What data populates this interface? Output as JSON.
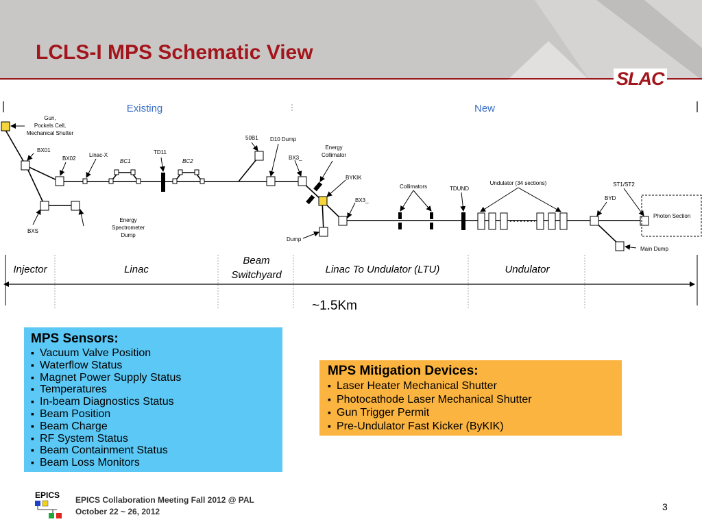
{
  "title": "LCLS-I MPS Schematic View",
  "logo_text": "SLAC",
  "schematic": {
    "existing": "Existing",
    "new": "New",
    "gun_label": [
      "Gun,",
      "Pockels Cell,",
      "Mechanical Shutter"
    ],
    "bx01": "BX01",
    "bx02": "BX02",
    "bxs": "BXS",
    "linacx": "Linac-X",
    "bc1": "BC1",
    "td11": "TD11",
    "bc2": "BC2",
    "spec_dump": [
      "Energy",
      "Spectrometer",
      "Dump"
    ],
    "b50b1": "50B1",
    "d10": "D10 Dump",
    "bx3_a": "BX3_",
    "energy_coll": [
      "Energy",
      "Collimator"
    ],
    "bykik": "BYKIK",
    "bx3_b": "BX3_",
    "dump": "Dump",
    "collimators": "Collimators",
    "tdund": "TDUND",
    "undulator_sections": "Undulator (34 sections)",
    "st1st2": "ST1/ST2",
    "byd": "BYD",
    "photon": "Photon Section",
    "main_dump": "Main Dump",
    "regions": {
      "injector": "Injector",
      "linac": "Linac",
      "beam_sw_1": "Beam",
      "beam_sw_2": "Switchyard",
      "ltu": "Linac To Undulator (LTU)",
      "undulator": "Undulator"
    },
    "distance": "~1.5Km"
  },
  "sensors": {
    "heading": "MPS Sensors:",
    "items": [
      "Vacuum Valve Position",
      "Waterflow Status",
      "Magnet Power Supply Status",
      "Temperatures",
      "In-beam Diagnostics Status",
      "Beam Position",
      "Beam Charge",
      "RF System Status",
      "Beam Containment Status",
      "Beam Loss Monitors"
    ]
  },
  "mitigation": {
    "heading": "MPS Mitigation Devices:",
    "items": [
      "Laser Heater Mechanical Shutter",
      "Photocathode Laser Mechanical Shutter",
      "Gun Trigger Permit",
      "Pre-Undulator Fast Kicker (ByKIK)"
    ]
  },
  "footer": {
    "logo": "EPICS",
    "line1": "EPICS Collaboration Meeting Fall 2012 @ PAL",
    "line2": "October 22 ~ 26, 2012",
    "page": "3"
  },
  "colors": {
    "accent": "#a3151c",
    "sensors_bg": "#5bc8f5",
    "mitigation_bg": "#fbb440",
    "existing_new": "#3a6fc4",
    "gun_box": "#f5d53c"
  }
}
